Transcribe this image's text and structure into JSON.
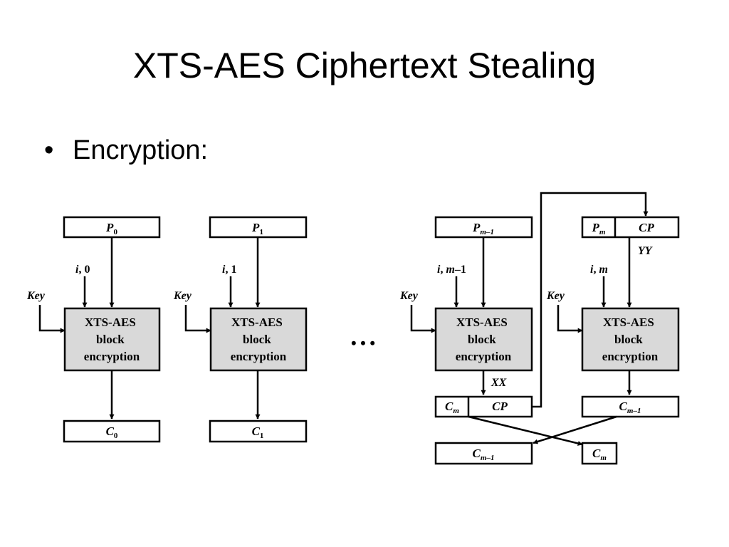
{
  "slide": {
    "title": "XTS-AES Ciphertext Stealing",
    "bullet": "Encryption:"
  },
  "diagram": {
    "block_lines": [
      "XTS-AES",
      "block",
      "encryption"
    ],
    "key_label": "Key",
    "ellipsis": "• • •",
    "blocks": [
      {
        "input": {
          "main": "P",
          "sub": "0"
        },
        "tweak": [
          "i",
          ", 0"
        ],
        "output": {
          "main": "C",
          "sub": "0"
        }
      },
      {
        "input": {
          "main": "P",
          "sub": "1"
        },
        "tweak": [
          "i",
          ", 1"
        ],
        "output": {
          "main": "C",
          "sub": "1"
        }
      },
      {
        "input": {
          "main": "P",
          "sub": "m–1"
        },
        "tweak": [
          "i",
          ", ",
          "m",
          "–1"
        ],
        "xx": "XX",
        "out_left": {
          "main": "C",
          "sub": "m"
        },
        "out_right": "CP",
        "final": {
          "main": "C",
          "sub": "m–1"
        }
      },
      {
        "input_left": {
          "main": "P",
          "sub": "m"
        },
        "input_right": "CP",
        "yy": "YY",
        "tweak": [
          "i",
          ", ",
          "m"
        ],
        "output": {
          "main": "C",
          "sub": "m–1"
        },
        "final": {
          "main": "C",
          "sub": "m"
        }
      }
    ]
  }
}
